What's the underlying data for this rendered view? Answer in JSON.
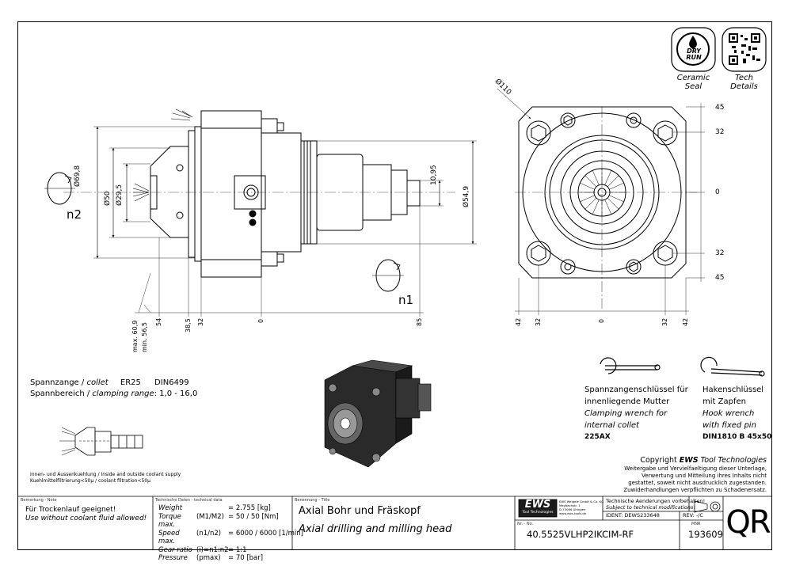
{
  "badges": {
    "ceramic_seal": {
      "icon_text_1": "DRY",
      "icon_text_2": "RUN",
      "label_1": "Ceramic",
      "label_2": "Seal"
    },
    "tech_details": {
      "label_1": "Tech",
      "label_2": "Details"
    }
  },
  "side_view": {
    "dim_d698": "Ø69,8",
    "dim_d50": "Ø50",
    "dim_d295": "Ø29,5",
    "dim_1095": "10,95",
    "dim_d549": "Ø54,9",
    "rot_label_n2": "n2",
    "rot_label_n1": "n1",
    "bottom_dims": [
      "max. 60,9",
      "min. 56,5",
      "54",
      "38,5",
      "32",
      "0",
      "85"
    ]
  },
  "front_view": {
    "dim_d110": "Ø110",
    "right_dims": [
      "45",
      "32",
      "0",
      "32",
      "45"
    ],
    "bottom_dims": [
      "42",
      "32",
      "0",
      "32",
      "42"
    ]
  },
  "collet": {
    "line1_de": "Spannzange /",
    "line1_en": "collet",
    "line1_val": "ER25",
    "line1_std": "DIN6499",
    "line2_de": "Spannbereich /",
    "line2_en": "clamping range",
    "line2_val": ": 1,0 - 16,0"
  },
  "coolant": {
    "line1": "Innen- und Aussenkuehlung / Inside and outside coolant supply",
    "line2": "Kuehlmittelfiltrierung<50µ / coolant filtration<50µ"
  },
  "wrench1": {
    "de1": "Spannzangenschlüssel für",
    "de2": "innenliegende Mutter",
    "en1": "Clamping wrench for",
    "en2": "internal collet",
    "code": "225AX"
  },
  "wrench2": {
    "de1": "Hakenschlüssel",
    "de2": "mit Zapfen",
    "en1": "Hook wrench",
    "en2": "with fixed pin",
    "code": "DIN1810 B 45x50"
  },
  "copyright": {
    "title_prefix": "Copyright ",
    "title_brand": "EWS",
    "title_rest": " Tool Technologies",
    "lines": [
      "Weitergabe und Vervielfaeltigung dieser Unterlage,",
      "Verwertung und Mitteilung ihres Inhalts nicht",
      "gestattet, soweit nicht ausdrucklich zugestanden.",
      "Zuwiderhandlungen verpflichten zu Schadenersatz."
    ]
  },
  "title_block": {
    "remark_label": "Bemerkung - Note",
    "remark_de": "Für Trockenlauf geeignet!",
    "remark_en": "Use without coolant fluid allowed!",
    "tech_label": "Technische Daten - technical data",
    "tech_rows": [
      {
        "name": "Weight",
        "sym": "",
        "val": "= 2.755 [kg]"
      },
      {
        "name": "Torque max.",
        "sym": "(M1/M2)",
        "val": "= 50 / 50 [Nm]"
      },
      {
        "name": "Speed max.",
        "sym": "(n1/n2)",
        "val": "= 6000 / 6000 [1/min]"
      },
      {
        "name": "Gear ratio",
        "sym": "(i)=n1:n2",
        "val": "= 1:1"
      },
      {
        "name": "Pressure",
        "sym": "(pmax)",
        "val": "= 70 [bar]"
      }
    ],
    "name_label": "Benennung - Title",
    "name_de": "Axial Bohr und Fräskopf",
    "name_en": "Axial drilling and milling head",
    "logo_text": "EWS",
    "logo_sub": "Tool Technologies",
    "company_lines": [
      "EWS Weigele GmbH & Co. KG",
      "Maybachstr. 1",
      "D-73066 Uhingen",
      "www.ews-tools.de"
    ],
    "change_de": "Technische Aenderungen vorbehalten!",
    "change_en": "Subject to technical modifications!",
    "ident_label": "IDENT:",
    "ident_value": "DEWS233648",
    "rev_label": "REV:",
    "rev_value": "-/C",
    "nr_label": "Nr. - No.",
    "part_number": "40.5525VLHP2IKCIM-RF",
    "mnr_label": "MNR",
    "mnr_value": "193609",
    "qr_text": "QR"
  },
  "colors": {
    "line": "#000000",
    "center_line": "#555555",
    "part_dark": "#1c1c1c",
    "part_mid": "#4a4a4a"
  }
}
